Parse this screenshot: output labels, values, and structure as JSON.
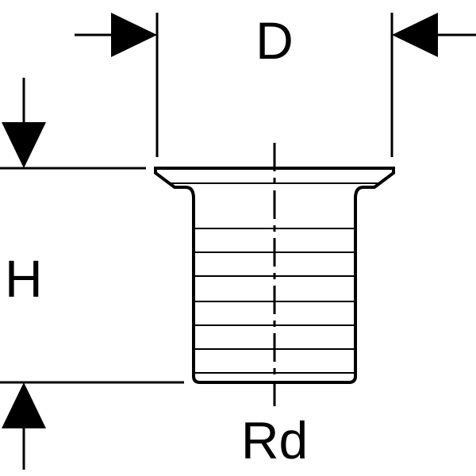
{
  "labels": {
    "diameter": "D",
    "height": "H",
    "thread": "Rd"
  },
  "colors": {
    "line": "#000000",
    "background": "#ffffff"
  }
}
